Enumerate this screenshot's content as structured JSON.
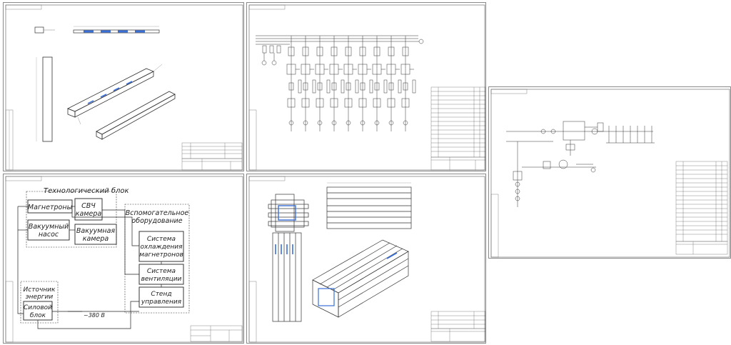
{
  "block_diagram": {
    "tech_block_title": "Технологический блок",
    "magnetrons": "Магнетроны",
    "microwave_chamber": [
      "СВЧ",
      "камера"
    ],
    "vacuum_pump": [
      "Вакуумный",
      "насос"
    ],
    "vacuum_chamber": [
      "Вакуумная",
      "камера"
    ],
    "auxiliary_title": [
      "Вспомогательное",
      "оборудование"
    ],
    "cooling_system": [
      "Система",
      "охлаждения",
      "магнетронов"
    ],
    "ventilation_system": [
      "Система",
      "вентиляции"
    ],
    "control_stand": [
      "Стенд",
      "управления"
    ],
    "energy_source_title": [
      "Источник",
      "энергии"
    ],
    "power_block": [
      "Силовой",
      "блок"
    ],
    "voltage_label": "~380 В"
  },
  "colors": {
    "line_dark": "#2c2c2c",
    "blue_accent": "#3a6fd8",
    "sheet_border": "#8a8a8a",
    "grid_line": "#9a9a9a"
  }
}
